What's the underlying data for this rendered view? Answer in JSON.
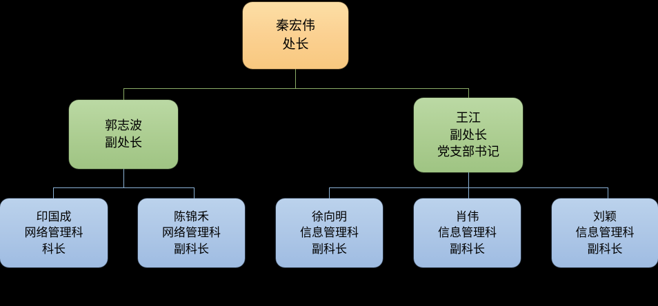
{
  "chart": {
    "type": "org-chart",
    "title": "",
    "background_color": "#000000",
    "levels": 3,
    "colors": {
      "level1_box": "#FBD192",
      "level2_box": "#ADCE92",
      "level3_box": "#AFC8E7",
      "level1_connector": "#8CAE68",
      "level2_connector": "#8DB4D8",
      "text": "#000000"
    }
  },
  "nodes": {
    "root": {
      "name": "秦宏伟",
      "title": "处长",
      "lines": [
        "秦宏伟",
        "处长"
      ]
    },
    "deputy_left": {
      "name": "郭志波",
      "title": "副处长",
      "lines": [
        "郭志波",
        "副处长"
      ]
    },
    "deputy_right": {
      "name": "王江",
      "title": "副处长",
      "title2": "党支部书记",
      "lines": [
        "王江",
        "副处长",
        "党支部书记"
      ]
    },
    "staff": [
      {
        "name": "印国成",
        "department": "网络管理科",
        "title": "科长",
        "lines": [
          "印国成",
          "网络管理科",
          "科长"
        ]
      },
      {
        "name": "陈锦禾",
        "department": "网络管理科",
        "title": "副科长",
        "lines": [
          "陈锦禾",
          "网络管理科",
          "副科长"
        ]
      },
      {
        "name": "徐向明",
        "department": "信息管理科",
        "title": "副科长",
        "lines": [
          "徐向明",
          "信息管理科",
          "副科长"
        ]
      },
      {
        "name": "肖伟",
        "department": "信息管理科",
        "title": "副科长",
        "lines": [
          "肖伟",
          "信息管理科",
          "副科长"
        ]
      },
      {
        "name": "刘颖",
        "department": "信息管理科",
        "title": "副科长",
        "lines": [
          "刘颖",
          "信息管理科",
          "副科长"
        ]
      }
    ]
  }
}
